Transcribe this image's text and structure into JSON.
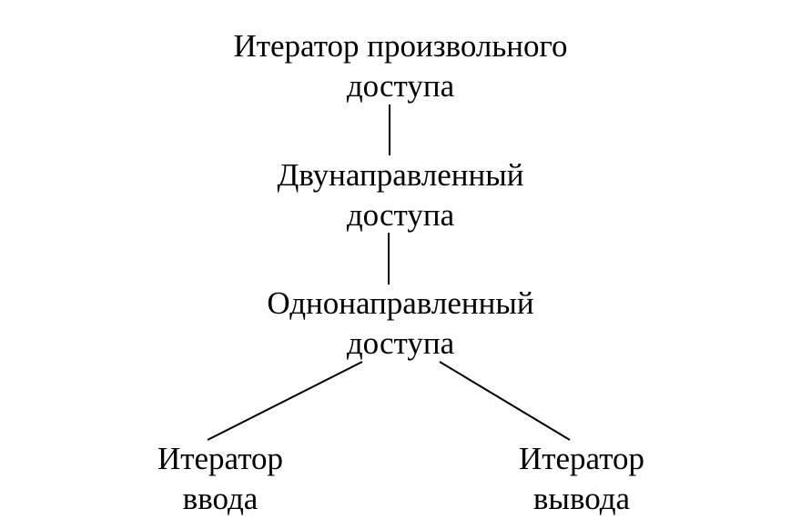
{
  "diagram": {
    "nodes": [
      {
        "id": "random_access",
        "lines": [
          "Итератор произвольного",
          "доступа"
        ]
      },
      {
        "id": "bidirectional",
        "lines": [
          "Двунаправленный",
          "доступа"
        ]
      },
      {
        "id": "forward",
        "lines": [
          "Однонаправленный",
          "доступа"
        ]
      },
      {
        "id": "input",
        "lines": [
          "Итератор",
          "ввода"
        ]
      },
      {
        "id": "output",
        "lines": [
          "Итератор",
          "вывода"
        ]
      }
    ],
    "edges": [
      {
        "from": "random_access",
        "to": "bidirectional"
      },
      {
        "from": "bidirectional",
        "to": "forward"
      },
      {
        "from": "forward",
        "to": "input"
      },
      {
        "from": "forward",
        "to": "output"
      }
    ],
    "colors": {
      "text": "#000000",
      "line": "#000000",
      "background": "#ffffff"
    }
  }
}
